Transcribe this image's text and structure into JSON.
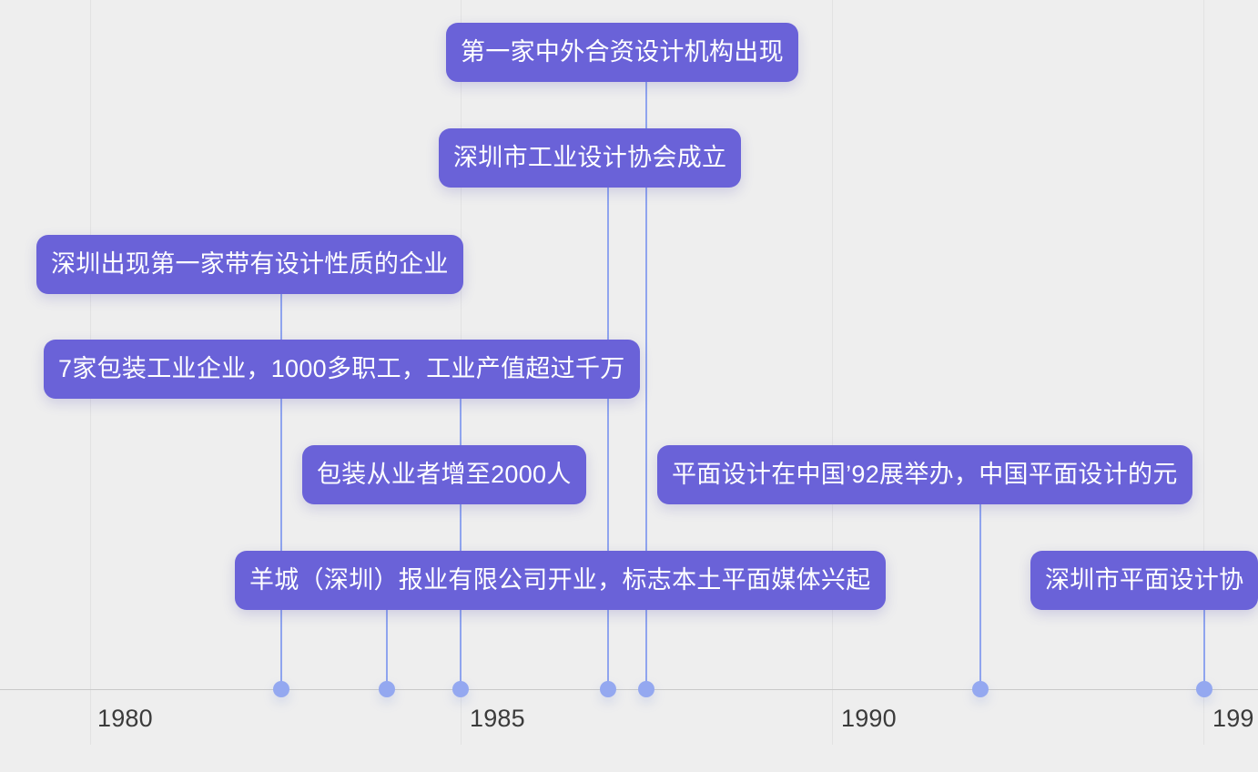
{
  "chart_data": {
    "type": "timeline",
    "title": "",
    "xlabel": "",
    "ylabel": "",
    "grid": true,
    "legend": null,
    "xlim": [
      1977.3,
      1995.7
    ],
    "axis_ticks": [
      {
        "label": "1980",
        "value": 1980,
        "x": 99
      },
      {
        "label": "1985",
        "value": 1985,
        "x": 506
      },
      {
        "label": "1990",
        "value": 1990,
        "x": 914
      },
      {
        "label": "199",
        "value": 1995,
        "x": 1322
      }
    ],
    "events": [
      {
        "id": "ev-1",
        "text": "第一家中外合资设计机构出现",
        "year": 1985.5,
        "dot_x": 710,
        "truncated": false
      },
      {
        "id": "ev-2",
        "text": "深圳市工业设计协会成立",
        "year": 1985,
        "dot_x": 668,
        "truncated": false
      },
      {
        "id": "ev-3",
        "text": "深圳出现第一家带有设计性质的企业",
        "year": 1982.6,
        "dot_x": 309,
        "truncated": false
      },
      {
        "id": "ev-4",
        "text": "7家包装工业企业，1000多职工，工业产值超过千万",
        "year": 1984,
        "dot_x": 506,
        "truncated": false
      },
      {
        "id": "ev-5",
        "text": "包装从业者增至2000人",
        "year": 1984,
        "dot_x": 506,
        "truncated": false
      },
      {
        "id": "ev-6",
        "text": "平面设计在中国’92展举办，中国平面设计的元",
        "year": 1992,
        "dot_x": 1077,
        "truncated": true
      },
      {
        "id": "ev-7",
        "text": "羊城（深圳）报业有限公司开业，标志本土平面媒体兴起",
        "year": 1983,
        "dot_x": 425,
        "truncated": false
      },
      {
        "id": "ev-8",
        "text": "深圳市平面设计协",
        "year": 1995,
        "dot_x": 1323,
        "truncated": true
      }
    ]
  },
  "colors": {
    "background": "#eeeeee",
    "chip_fill": "#6a62d8",
    "chip_text": "#ffffff",
    "dot": "#94a8f0",
    "stem": "#8fa4ee",
    "gridline": "#e2e2e2",
    "axis": "#c9c9c9",
    "tick_text": "#3b3b3b"
  }
}
